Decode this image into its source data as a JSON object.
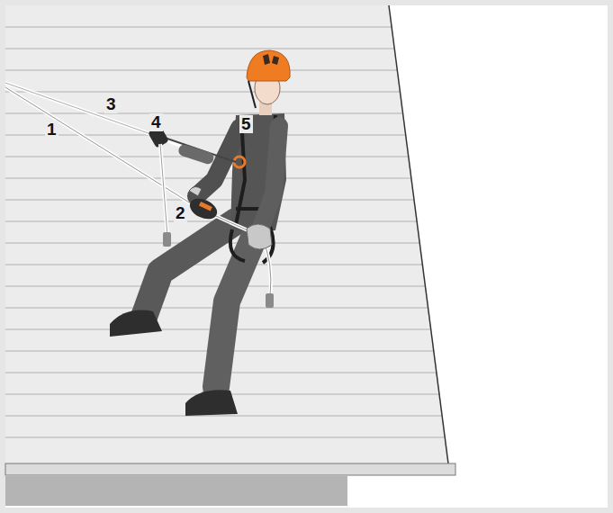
{
  "diagram": {
    "labels": [
      "1",
      "3",
      "5",
      "4",
      "2"
    ]
  }
}
